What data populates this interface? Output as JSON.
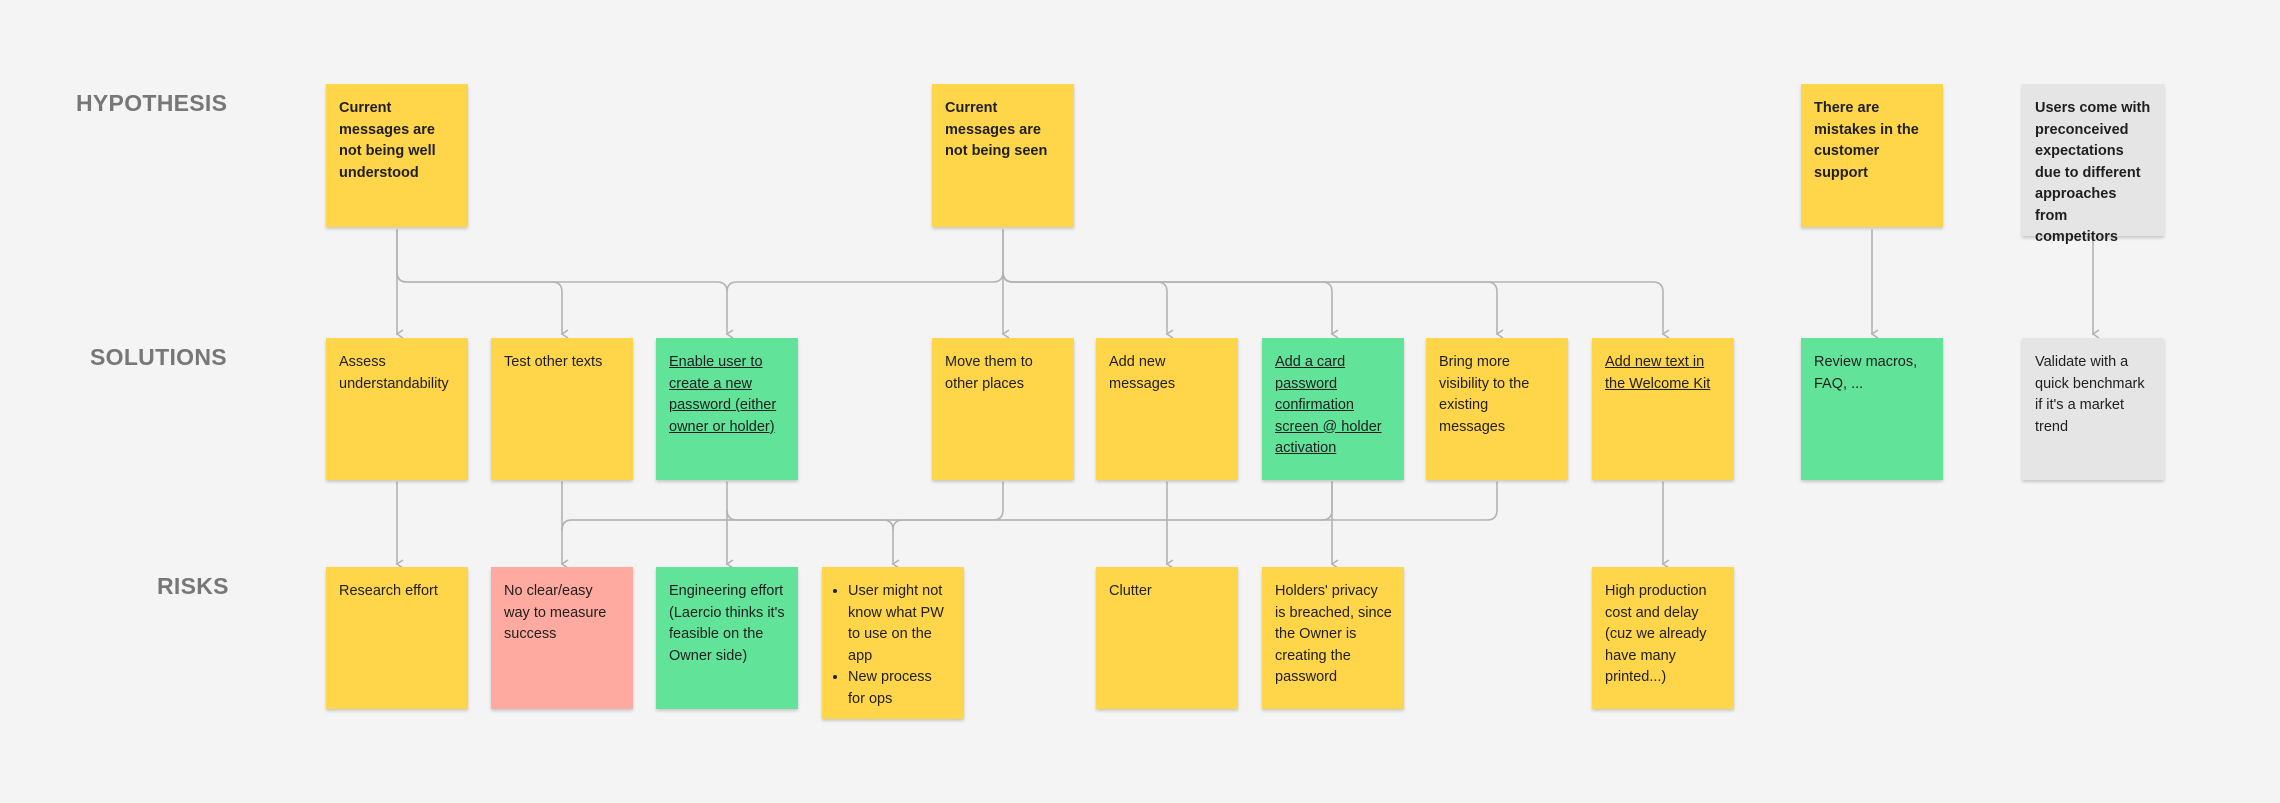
{
  "row_labels": {
    "hypothesis": "HYPOTHESIS",
    "solutions": "SOLUTIONS",
    "risks": "RISKS"
  },
  "hypotheses": {
    "h1": "Current messages are not being well understood",
    "h2": "Current messages are not being seen",
    "h3": "There are mistakes in the customer support",
    "h4": "Users come with preconceived expectations due to different approaches from competitors"
  },
  "solutions": {
    "s1": "Assess understandability",
    "s2": "Test other texts",
    "s3": "Enable user to create a new password (either owner or holder)",
    "s4": "Move them to other places",
    "s5": "Add new messages",
    "s6": "Add a card password confirmation screen @ holder activation",
    "s7": "Bring more visibility to the existing messages",
    "s8": "Add new text in the Welcome Kit",
    "s9": "Review macros, FAQ, ...",
    "s10": "Validate with a quick benchmark if it's a market trend"
  },
  "risks": {
    "r1": "Research effort",
    "r2": "No clear/easy way to measure success",
    "r3": "Engineering effort (Laercio thinks it's feasible on the Owner side)",
    "r4_items": [
      "User might not know what PW to use on the app",
      "New process for ops"
    ],
    "r5": "Clutter",
    "r6": "Holders' privacy is breached, since the Owner is creating the password",
    "r7": "High production cost and delay (cuz we already have many printed...)"
  },
  "colors": {
    "background": "#f4f4f4",
    "yellow": "#ffd54a",
    "green": "#62e39a",
    "red": "#ffaaa0",
    "grey": "#e5e5e5",
    "connector": "#b3b3b3"
  }
}
